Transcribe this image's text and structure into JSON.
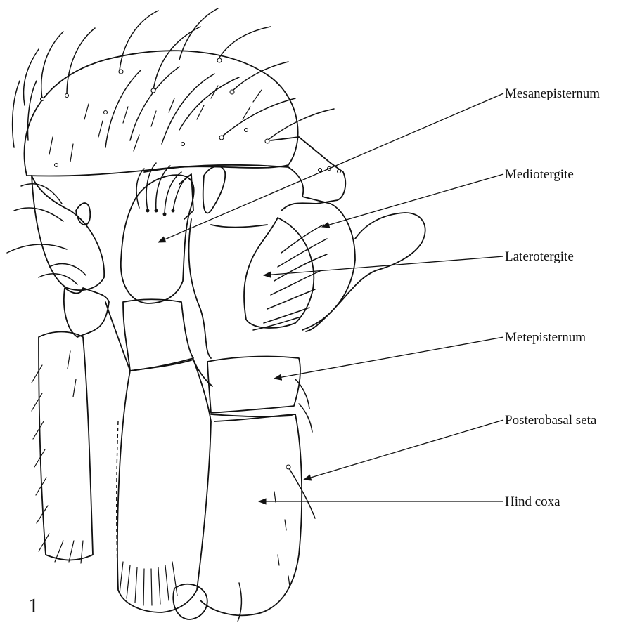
{
  "figure_number": "1",
  "labels": [
    {
      "id": "mesanepisternum",
      "text": "Mesanepisternum"
    },
    {
      "id": "mediotergite",
      "text": "Mediotergite"
    },
    {
      "id": "laterotergite",
      "text": "Laterotergite"
    },
    {
      "id": "metepisternum",
      "text": "Metepisternum"
    },
    {
      "id": "posterobasal-seta",
      "text": "Posterobasal seta"
    },
    {
      "id": "hind-coxa",
      "text": "Hind coxa"
    }
  ]
}
